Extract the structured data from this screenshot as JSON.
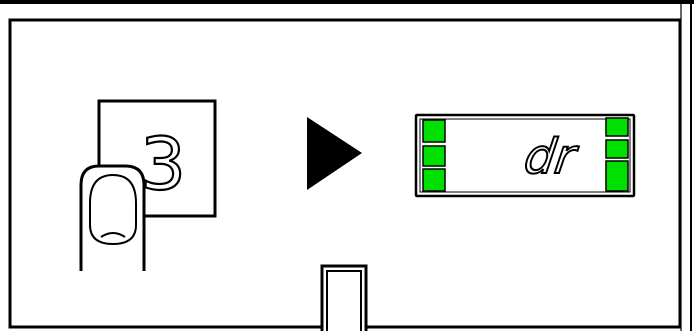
{
  "step": {
    "key_label": "3"
  },
  "arrow": {
    "icon": "right-triangle-arrow-icon"
  },
  "display": {
    "text": "dr",
    "segment_color": "#00e000",
    "left_segments": 3,
    "right_segments": 3
  },
  "finger": {
    "icon": "fingertip-press-icon"
  }
}
